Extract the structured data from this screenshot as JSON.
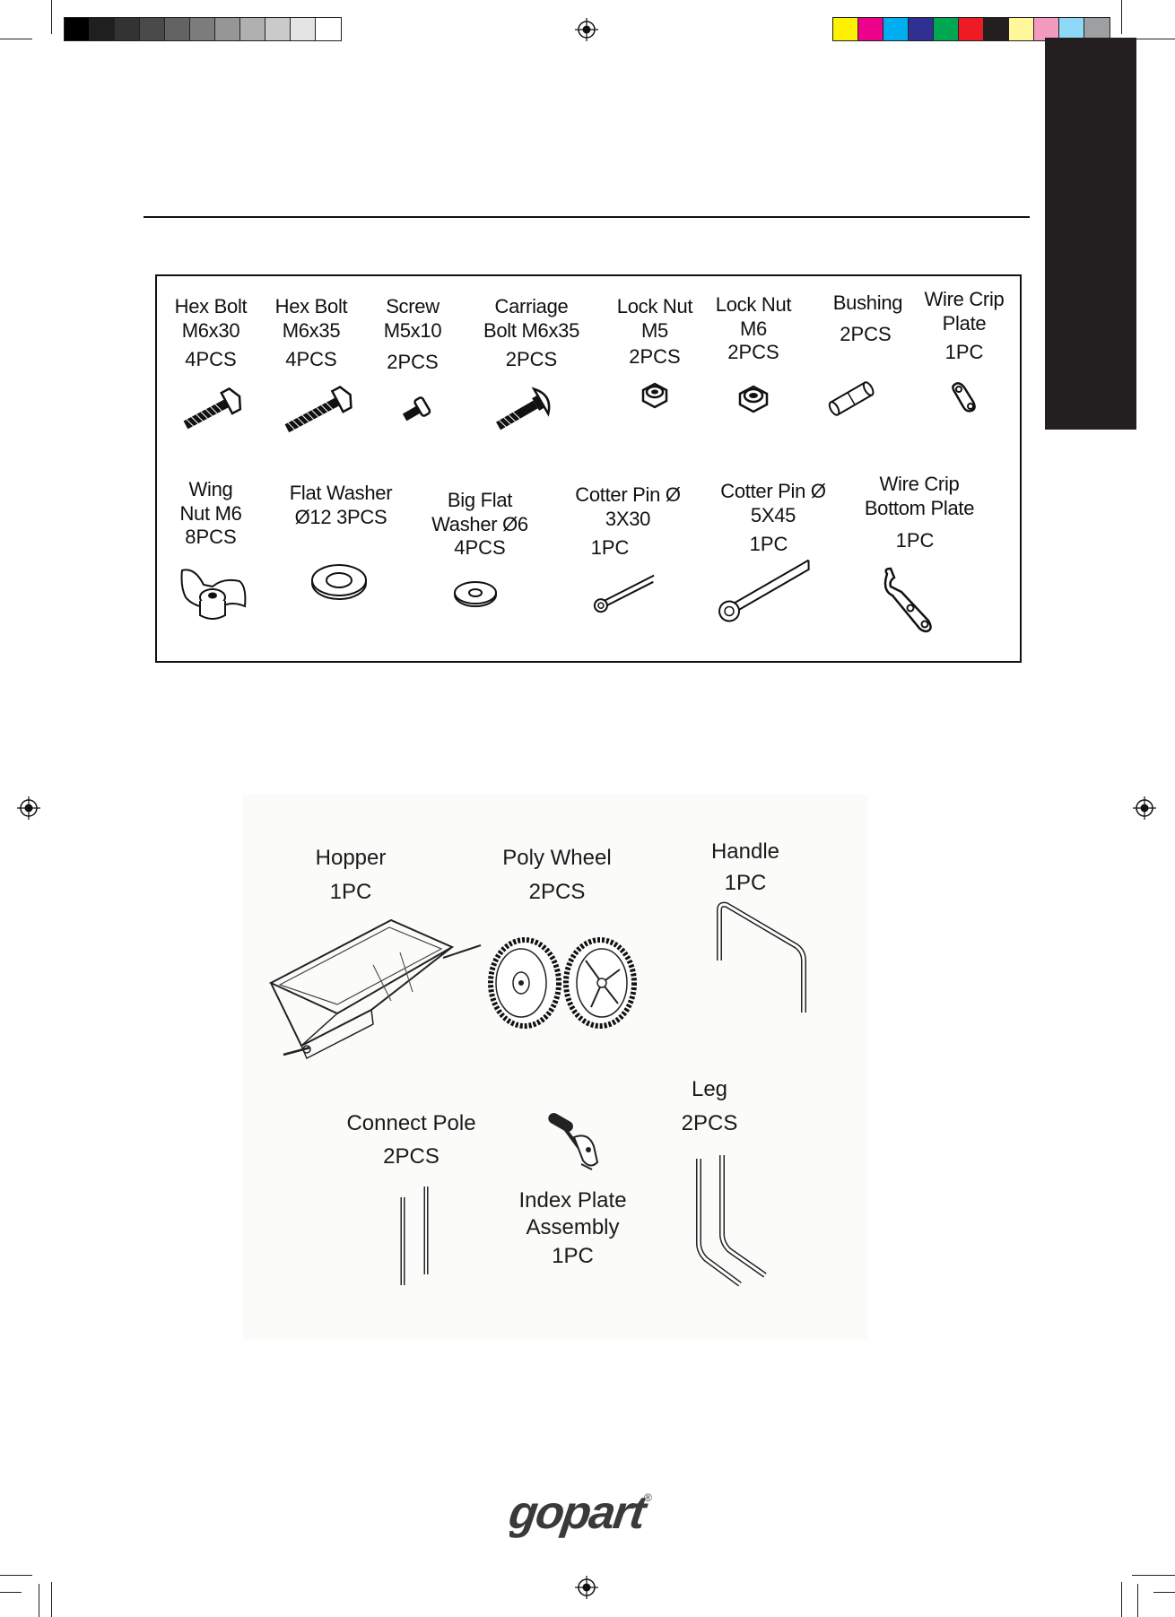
{
  "colors": {
    "grayscale": [
      "#000000",
      "#1f1f1f",
      "#333333",
      "#4a4a4a",
      "#636363",
      "#7c7c7c",
      "#969696",
      "#b0b0b0",
      "#cacaca",
      "#e4e4e4",
      "#ffffff"
    ],
    "process": [
      "#fff200",
      "#ec008c",
      "#00aeef",
      "#2e3192",
      "#00a651",
      "#ed1c24",
      "#231f20",
      "#fff799",
      "#f49ac1",
      "#8ed8f8",
      "#9d9fa2"
    ],
    "side_tab": "#231f20"
  },
  "hardware": [
    {
      "label": "Hex Bolt\nM6x30",
      "qty": "4PCS",
      "icon": "hex-bolt-icon"
    },
    {
      "label": "Hex Bolt\nM6x35",
      "qty": "4PCS",
      "icon": "hex-bolt-icon"
    },
    {
      "label": "Screw\nM5x10",
      "qty": "2PCS",
      "icon": "screw-icon"
    },
    {
      "label": "Carriage\nBolt M6x35",
      "qty": "2PCS",
      "icon": "carriage-bolt-icon"
    },
    {
      "label": "Lock Nut\nM5",
      "qty": "2PCS",
      "icon": "lock-nut-icon"
    },
    {
      "label": "Lock Nut\nM6",
      "qty": "2PCS",
      "icon": "lock-nut-icon"
    },
    {
      "label": "Bushing",
      "qty": "2PCS",
      "icon": "bushing-icon"
    },
    {
      "label": "Wire Crip\nPlate",
      "qty": "1PC",
      "icon": "wire-crip-plate-icon"
    },
    {
      "label": "Wing\nNut M6",
      "qty": "8PCS",
      "icon": "wing-nut-icon"
    },
    {
      "label": "Flat Washer\nØ12   3PCS",
      "qty": "",
      "icon": "flat-washer-icon"
    },
    {
      "label": "Big Flat\nWasher Ø6",
      "qty": "4PCS",
      "icon": "big-flat-washer-icon"
    },
    {
      "label": "Cotter Pin Ø\n3X30",
      "qty": "1PC",
      "icon": "cotter-pin-icon"
    },
    {
      "label": "Cotter Pin Ø\n5X45",
      "qty": "1PC",
      "icon": "cotter-pin-icon"
    },
    {
      "label": "Wire Crip\nBottom Plate",
      "qty": "1PC",
      "icon": "wire-crip-bottom-plate-icon"
    }
  ],
  "parts": {
    "hopper": {
      "name": "Hopper",
      "qty": "1PC"
    },
    "poly_wheel": {
      "name": "Poly Wheel",
      "qty": "2PCS"
    },
    "handle": {
      "name": "Handle",
      "qty": "1PC"
    },
    "leg": {
      "name": "Leg",
      "qty": "2PCS"
    },
    "connect_pole": {
      "name": "Connect Pole",
      "qty": "2PCS"
    },
    "index_plate": {
      "name": "Index Plate\nAssembly",
      "qty": "1PC"
    }
  },
  "brand": {
    "logo_text": "gopart",
    "registered": "®"
  }
}
